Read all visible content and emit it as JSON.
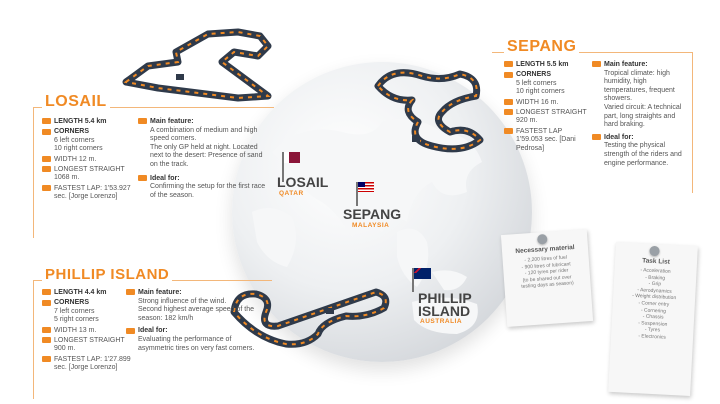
{
  "losail": {
    "title": "LOSAIL",
    "length": "LENGTH 5.4 km",
    "corners_title": "CORNERS",
    "left_corners": "6 left corners",
    "right_corners": "10 right corners",
    "width": "WIDTH 12 m.",
    "straight": "LONGEST STRAIGHT 1068 m.",
    "fastest_lap": "FASTEST LAP: 1'53.927 sec. [Jorge Lorenzo]",
    "main_feature_title": "Main feature:",
    "main_feature": "A combination of medium and high speed corners.",
    "gp_night": "The only GP held at night. Located next to the desert: Presence of sand on the track.",
    "ideal_title": "Ideal for:",
    "ideal": "Confirming the setup for the first race of the season."
  },
  "sepang": {
    "title": "SEPANG",
    "length": "LENGTH 5.5 km",
    "corners_title": "CORNERS",
    "left_corners": "5 left corners",
    "right_corners": "10 right corners",
    "width": "WIDTH 16 m.",
    "straight": "LONGEST STRAIGHT 920 m.",
    "fastest_lap": "FASTEST LAP 1'59.053 sec. [Dani Pedrosa]",
    "main_feature_title": "Main feature:",
    "main_feature": "Tropical climate: high humidity, high temperatures, frequent showers.",
    "varied": "Varied circuit: A technical part, long straights and hard braking.",
    "ideal_title": "Ideal for:",
    "ideal": "Testing the physical strength of the riders and engine performance."
  },
  "phillip": {
    "title": "PHILLIP ISLAND",
    "length": "LENGTH 4.4 km",
    "corners_title": "CORNERS",
    "left_corners": "7 left corners",
    "right_corners": "5 right corners",
    "width": "WIDTH 13 m.",
    "straight": "LONGEST STRAIGHT 900 m.",
    "fastest_lap": "FASTEST LAP: 1'27.899 sec. [Jorge Lorenzo]",
    "main_feature_title": "Main feature:",
    "main_feature": "Strong influence of the wind.",
    "speed": "Second highest average speed of the season: 182 km/h",
    "ideal_title": "Ideal for:",
    "ideal": "Evaluating the performance of asymmetric tires on very fast corners."
  },
  "globe_labels": {
    "losail": "LOSAIL",
    "qatar": "QATAR",
    "sepang": "SEPANG",
    "malaysia": "MALAYSIA",
    "phillip_1": "PHILLIP",
    "phillip_2": "ISLAND",
    "australia": "AUSTRALIA"
  },
  "necessary_note": {
    "title": "Necessary material",
    "items": [
      "- 2,200 litres of fuel",
      "- 900 litres of lubricant",
      "- 120 tyres per rider",
      "(to be shared out over",
      "testing days as season)"
    ]
  },
  "task_note": {
    "title": "Task List",
    "items": [
      "- Acceleration",
      "- Braking",
      "- Grip",
      "- Aerodynamics",
      "- Weight distribution",
      "- Corner entry",
      "- Cornering",
      "- Chassis",
      "- Suspension",
      "- Tyres",
      "- Electronics"
    ]
  },
  "colors": {
    "accent": "#f08a24",
    "track": "#2f3a4a",
    "text": "#3a3a3a"
  }
}
